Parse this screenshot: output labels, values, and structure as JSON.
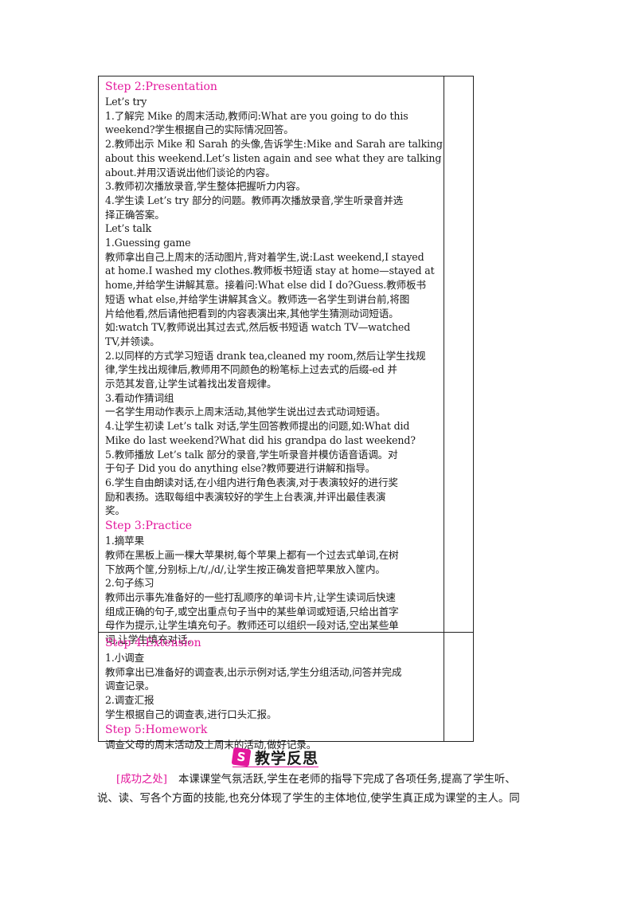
{
  "row1_lines": [
    {
      "t": "Step 2:Presentation",
      "h": true
    },
    {
      "t": "Let’s try"
    },
    {
      "t": "1.了解完 Mike 的周末活动,教师问:What are you going to do this"
    },
    {
      "t": "weekend?学生根据自己的实际情况回答。"
    },
    {
      "t": "2.教师出示 Mike  和 Sarah 的头像,告诉学生:Mike and Sarah are talking"
    },
    {
      "t": "about this weekend.Let’s listen again and see what they are talking"
    },
    {
      "t": "about.并用汉语说出他们谈论的内容。"
    },
    {
      "t": "3.教师初次播放录音,学生整体把握听力内容。"
    },
    {
      "t": "4.学生读 Let’s try 部分的问题。教师再次播放录音,学生听录音并选"
    },
    {
      "t": "择正确答案。"
    },
    {
      "t": "Let’s talk"
    },
    {
      "t": "1.Guessing game"
    },
    {
      "t": "教师拿出自己上周末的活动图片,背对着学生,说:Last weekend,I stayed"
    },
    {
      "t": "at home.I washed my clothes.教师板书短语  stay at home—stayed at"
    },
    {
      "t": "home,并给学生讲解其意。接着问:What else did I do?Guess.教师板书"
    },
    {
      "t": "短语 what else,并给学生讲解其含义。教师选一名学生到讲台前,将图"
    },
    {
      "t": "片给他看,然后请他把看到的内容表演出来,其他学生猜测动词短语。"
    },
    {
      "t": "如:watch TV,教师说出其过去式,然后板书短语 watch TV—watched"
    },
    {
      "t": "TV,并领读。"
    },
    {
      "t": "2.以同样的方式学习短语 drank tea,cleaned my room,然后让学生找规"
    },
    {
      "t": "律,学生找出规律后,教师用不同颜色的粉笔标上过去式的后缀-ed 并"
    },
    {
      "t": "示范其发音,让学生试着找出发音规律。"
    },
    {
      "t": "3.看动作猜词组"
    },
    {
      "t": "一名学生用动作表示上周末活动,其他学生说出过去式动词短语。"
    },
    {
      "t": "4.让学生初读 Let’s talk 对话,学生回答教师提出的问题,如:What did"
    },
    {
      "t": "Mike do last weekend?What did his grandpa do last weekend?"
    },
    {
      "t": "5.教师播放 Let’s talk  部分的录音,学生听录音并模仿语音语调。对"
    },
    {
      "t": "于句子 Did you do anything else?教师要进行讲解和指导。"
    },
    {
      "t": "6.学生自由朗读对话,在小组内进行角色表演,对于表演较好的进行奖"
    },
    {
      "t": "励和表扬。选取每组中表演较好的学生上台表演,并评出最佳表演"
    },
    {
      "t": "奖。"
    },
    {
      "t": "Step 3:Practice",
      "h": true
    },
    {
      "t": "1.摘苹果"
    },
    {
      "t": "教师在黑板上画一棵大苹果树,每个苹果上都有一个过去式单词,在树"
    },
    {
      "t": "下放两个筐,分别标上/t/,/d/,让学生按正确发音把苹果放入筐内。"
    },
    {
      "t": "2.句子练习"
    },
    {
      "t": "教师出示事先准备好的一些打乱顺序的单词卡片,让学生读词后快速"
    },
    {
      "t": "组成正确的句子,或空出重点句子当中的某些单词或短语,只给出首字"
    },
    {
      "t": "母作为提示,让学生填充句子。教师还可以组织一段对话,空出某些单"
    },
    {
      "t": "词,让学生填充对话。"
    }
  ],
  "row2_lines": [
    {
      "t": "Step 4:Extension",
      "h": true
    },
    {
      "t": "1.小调查"
    },
    {
      "t": "教师拿出已准备好的调查表,出示示例对话,学生分组活动,问答并完成"
    },
    {
      "t": "调查记录。"
    },
    {
      "t": "2.调查汇报"
    },
    {
      "t": "学生根据自己的调查表,进行口头汇报。"
    },
    {
      "t": "Step 5:Homework",
      "h": true
    },
    {
      "t": "调查父母的周末活动及上周末的活动,做好记录。"
    }
  ],
  "reflection": {
    "badge_glyph": "S",
    "title": "教学反思",
    "tag": "[成功之处]",
    "line1": "本课课堂气氛活跃,学生在老师的指导下完成了各项任务,提高了学生听、",
    "line2": "说、读、写各个方面的技能,也充分体现了学生的主体地位,使学生真正成为课堂的主人。同"
  },
  "colors": {
    "accent": "#e3179c",
    "text": "#1a1a1a",
    "border": "#222222"
  }
}
